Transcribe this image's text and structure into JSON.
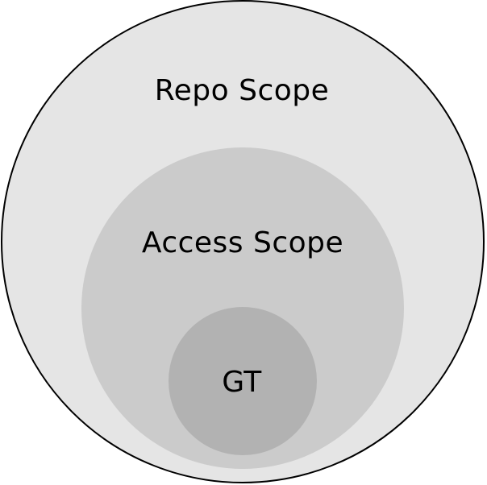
{
  "diagram": {
    "type": "nested-circles",
    "circles": [
      {
        "id": "repo",
        "label": "Repo Scope",
        "fill": "#e5e5e5",
        "stroke": "#000000"
      },
      {
        "id": "access",
        "label": "Access Scope",
        "fill": "#cbcbcb"
      },
      {
        "id": "gt",
        "label": "GT",
        "fill": "#b2b2b2"
      }
    ]
  }
}
